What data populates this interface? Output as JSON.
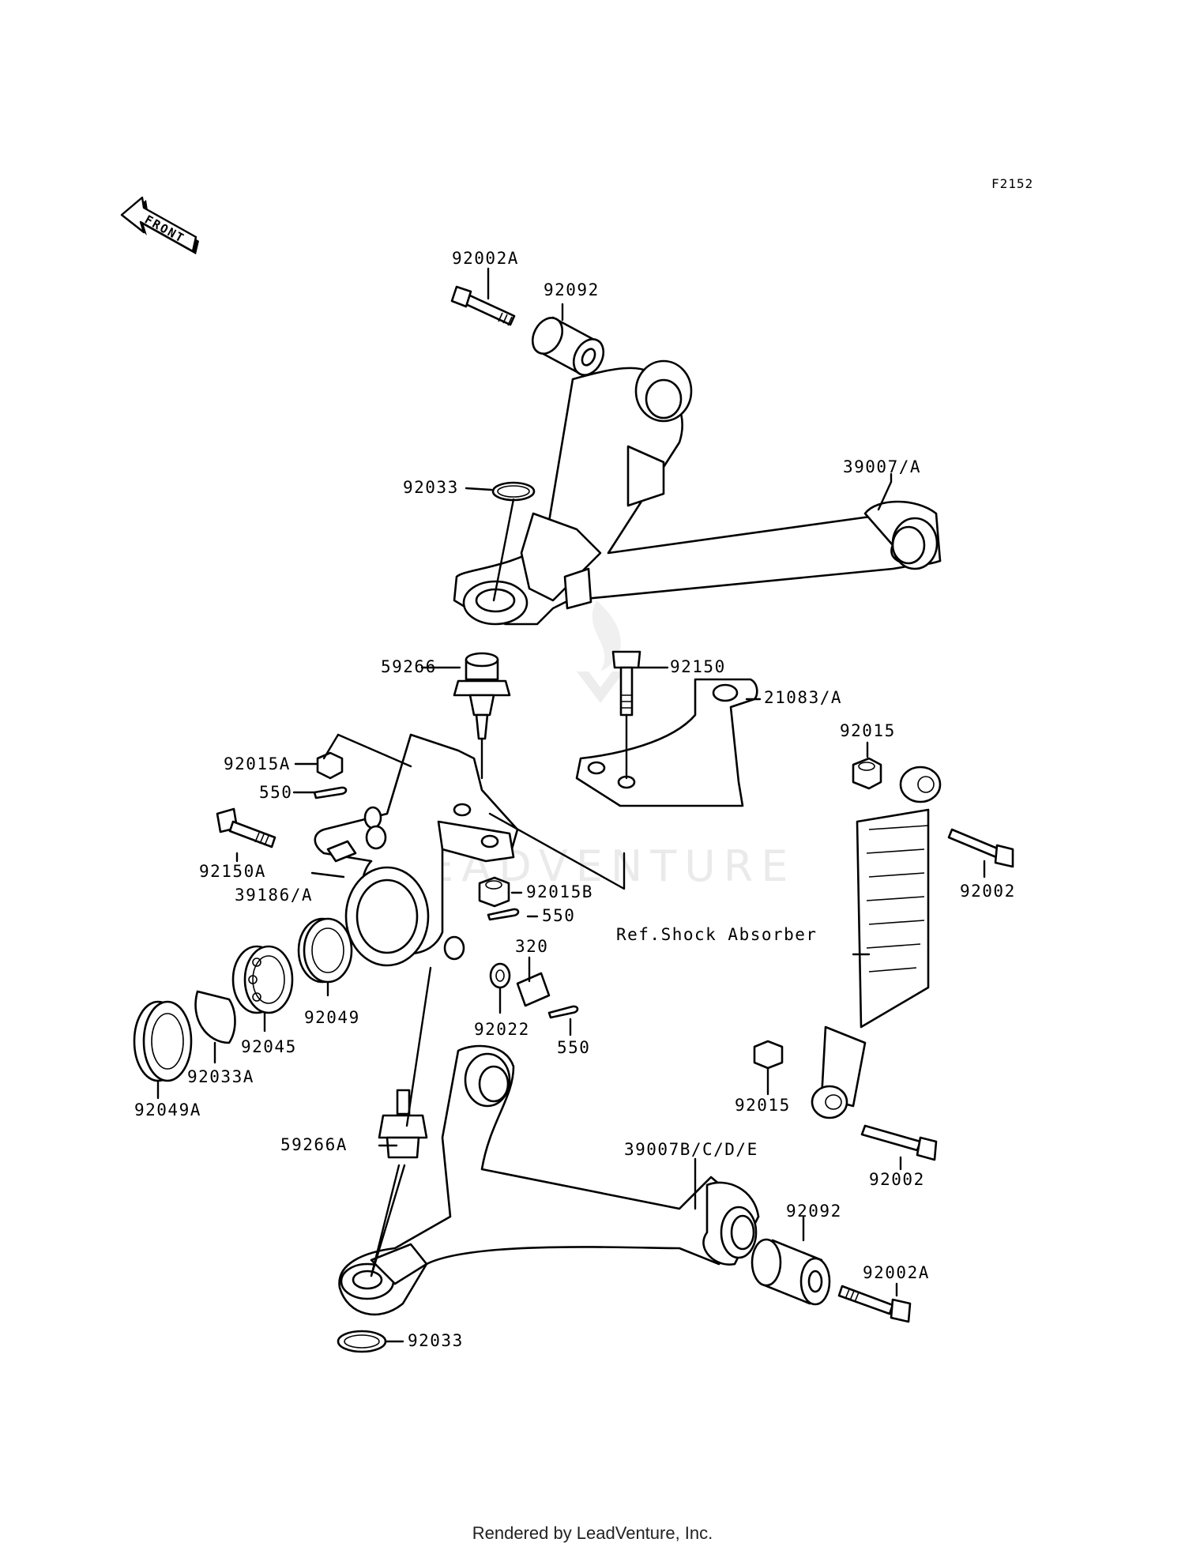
{
  "diagram": {
    "code": "F2152",
    "front_label": "FRONT",
    "watermark": "LEADVENTURE",
    "labels": {
      "l_92002A_top": "92002A",
      "l_92092_top": "92092",
      "l_92033_top": "92033",
      "l_39007A": "39007/A",
      "l_59266": "59266",
      "l_92150": "92150",
      "l_21083A": "21083/A",
      "l_92015_top": "92015",
      "l_92015A": "92015A",
      "l_550_a": "550",
      "l_92150A": "92150A",
      "l_39186A": "39186/A",
      "l_92015B": "92015B",
      "l_550_b": "550",
      "l_92002_right": "92002",
      "l_ref_shock": "Ref.Shock Absorber",
      "l_320": "320",
      "l_92049": "92049",
      "l_92045": "92045",
      "l_92022": "92022",
      "l_550_c": "550",
      "l_92033A": "92033A",
      "l_92049A": "92049A",
      "l_92015_mid": "92015",
      "l_59266A": "59266A",
      "l_39007BCDE": "39007B/C/D/E",
      "l_92002_low": "92002",
      "l_92092_low": "92092",
      "l_92002A_low": "92002A",
      "l_92033_low": "92033"
    }
  },
  "footer": "Rendered by LeadVenture, Inc."
}
